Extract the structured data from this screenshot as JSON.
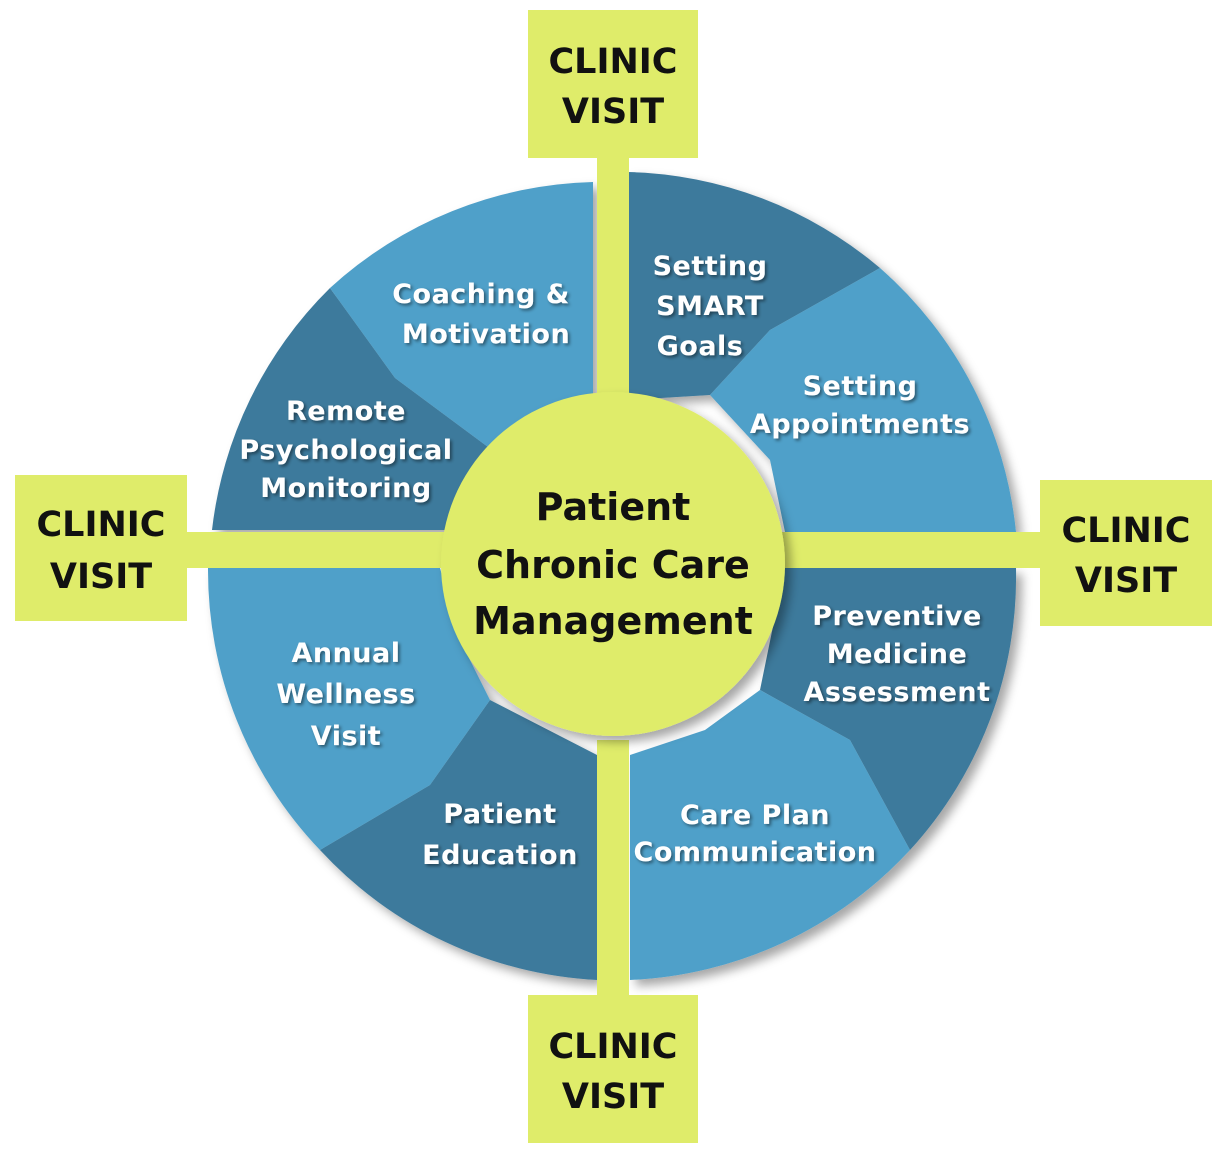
{
  "colors": {
    "segment_dark": "#3d7a9c",
    "segment_light": "#4fa0c9",
    "accent_yellow": "#dfec6a",
    "label_text": "#ffffff",
    "center_text": "#111111"
  },
  "center": {
    "line1": "Patient",
    "line2": "Chronic Care",
    "line3": "Management"
  },
  "clinic_visits": {
    "top": {
      "line1": "CLINIC",
      "line2": "VISIT"
    },
    "left": {
      "line1": "CLINIC",
      "line2": "VISIT"
    },
    "right": {
      "line1": "CLINIC",
      "line2": "VISIT"
    },
    "bottom": {
      "line1": "CLINIC",
      "line2": "VISIT"
    }
  },
  "segments": {
    "smart_goals": {
      "line1": "Setting",
      "line2": "SMART",
      "line3": "Goals"
    },
    "appointments": {
      "line1": "Setting",
      "line2": "Appointments"
    },
    "preventive": {
      "line1": "Preventive",
      "line2": "Medicine",
      "line3": "Assessment"
    },
    "care_plan": {
      "line1": "Care Plan",
      "line2": "Communication"
    },
    "education": {
      "line1": "Patient",
      "line2": "Education"
    },
    "wellness": {
      "line1": "Annual",
      "line2": "Wellness",
      "line3": "Visit"
    },
    "psychological": {
      "line1": "Remote",
      "line2": "Psychological",
      "line3": "Monitoring"
    },
    "coaching": {
      "line1": "Coaching &",
      "line2": "Motivation"
    }
  }
}
